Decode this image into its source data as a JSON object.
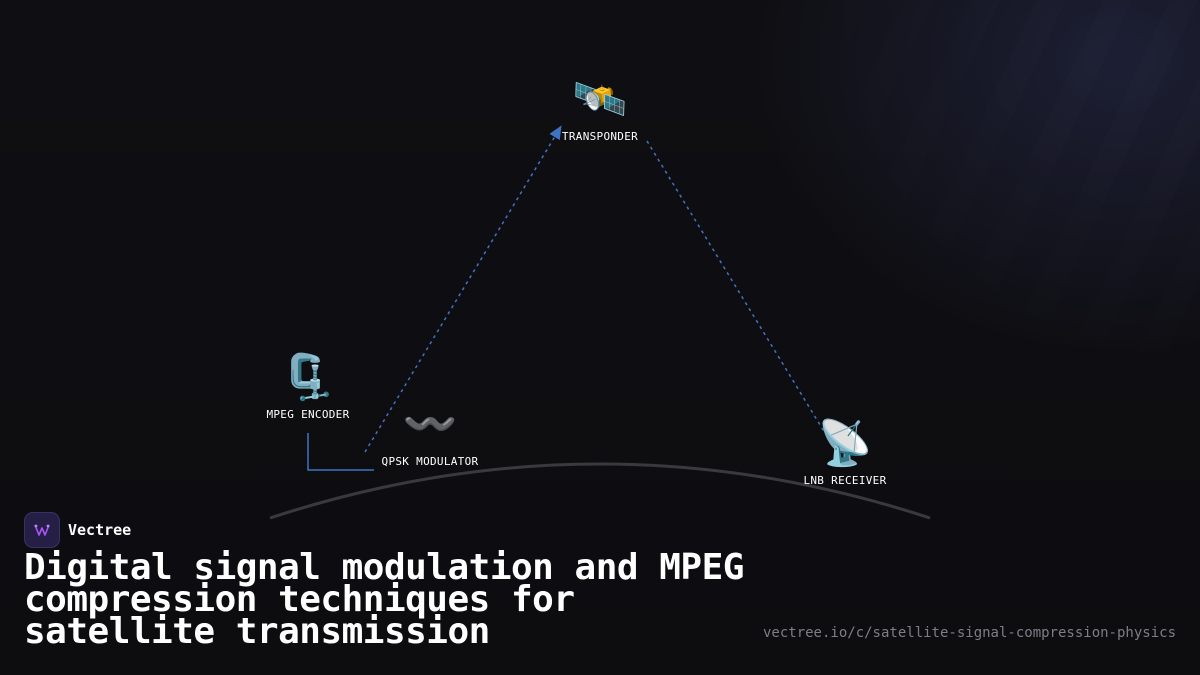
{
  "diagram": {
    "nodes": {
      "transponder": {
        "label": "TRANSPONDER",
        "icon": "🛰️"
      },
      "encoder": {
        "label": "MPEG ENCODER",
        "icon": "🗜️"
      },
      "modulator": {
        "label": "QPSK MODULATOR",
        "icon": "〰️"
      },
      "receiver": {
        "label": "LNB RECEIVER",
        "icon": "📡"
      }
    },
    "colors": {
      "uplink": "#3f74c4",
      "downlink": "#3f74c4",
      "earth_curve": "#3a3a3e"
    }
  },
  "brand": {
    "name": "Vectree",
    "logo_icon": "vectree-logo-icon",
    "accent": "#a855f7"
  },
  "title": "Digital signal modulation and MPEG compression techniques for satellite transmission",
  "url": "vectree.io/c/satellite-signal-compression-physics"
}
